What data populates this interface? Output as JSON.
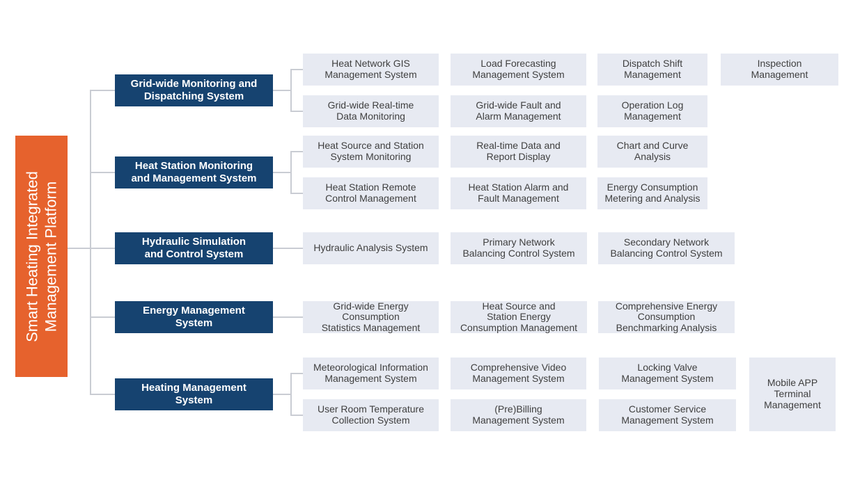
{
  "platform": {
    "label": [
      "Smart Heating Integrated",
      "Management Platform"
    ]
  },
  "colors": {
    "platform_bg": "#E6622D",
    "category_bg": "#164370",
    "item_bg": "#E7EAF2",
    "connector": "#C9CCD3",
    "item_text": "#3F3F3F",
    "category_text": "#FFFFFF",
    "platform_text": "#FFFFFF"
  },
  "groups": [
    {
      "name": "Grid-wide Monitoring and Dispatching System",
      "label": [
        "Grid-wide Monitoring and",
        "Dispatching System"
      ],
      "rows": [
        [
          {
            "lines": [
              "Heat Network GIS",
              "Management System"
            ]
          },
          {
            "lines": [
              "Load Forecasting",
              "Management System"
            ]
          },
          {
            "lines": [
              "Dispatch Shift",
              "Management"
            ]
          },
          {
            "lines": [
              "Inspection",
              "Management"
            ]
          }
        ],
        [
          {
            "lines": [
              "Grid-wide Real-time",
              "Data Monitoring"
            ]
          },
          {
            "lines": [
              "Grid-wide Fault and",
              "Alarm Management"
            ]
          },
          {
            "lines": [
              "Operation Log",
              "Management"
            ]
          }
        ]
      ]
    },
    {
      "name": "Heat Station Monitoring and Management System",
      "label": [
        "Heat Station Monitoring",
        "and Management System"
      ],
      "rows": [
        [
          {
            "lines": [
              "Heat Source and Station",
              "System Monitoring"
            ]
          },
          {
            "lines": [
              "Real-time Data and",
              "Report Display"
            ]
          },
          {
            "lines": [
              "Chart and Curve",
              "Analysis"
            ]
          }
        ],
        [
          {
            "lines": [
              "Heat Station Remote",
              "Control Management"
            ]
          },
          {
            "lines": [
              "Heat Station Alarm and",
              "Fault Management"
            ]
          },
          {
            "lines": [
              "Energy Consumption",
              "Metering and Analysis"
            ]
          }
        ]
      ]
    },
    {
      "name": "Hydraulic Simulation and Control System",
      "label": [
        "Hydraulic Simulation",
        "and Control System"
      ],
      "rows": [
        [
          {
            "lines": [
              "Hydraulic Analysis System"
            ]
          },
          {
            "lines": [
              "Primary Network",
              "Balancing Control System"
            ]
          },
          {
            "lines": [
              "Secondary Network",
              "Balancing Control System"
            ]
          }
        ]
      ]
    },
    {
      "name": "Energy Management System",
      "label": [
        "Energy Management",
        "System"
      ],
      "rows": [
        [
          {
            "lines": [
              "Grid-wide Energy",
              "Consumption",
              "Statistics Management"
            ]
          },
          {
            "lines": [
              "Heat Source and",
              "Station Energy",
              "Consumption Management"
            ]
          },
          {
            "lines": [
              "Comprehensive Energy",
              "Consumption",
              "Benchmarking Analysis"
            ]
          }
        ]
      ]
    },
    {
      "name": "Heating Management System",
      "label": [
        "Heating Management",
        "System"
      ],
      "rows": [
        [
          {
            "lines": [
              "Meteorological Information",
              "Management System"
            ]
          },
          {
            "lines": [
              "Comprehensive Video",
              "Management System"
            ]
          },
          {
            "lines": [
              "Locking Valve",
              "Management System"
            ]
          }
        ],
        [
          {
            "lines": [
              "User Room Temperature",
              "Collection System"
            ]
          },
          {
            "lines": [
              "(Pre)Billing",
              "Management System"
            ]
          },
          {
            "lines": [
              "Customer Service",
              "Management System"
            ]
          }
        ]
      ],
      "span_item": {
        "lines": [
          "Mobile APP",
          "Terminal",
          "Management"
        ]
      }
    }
  ]
}
